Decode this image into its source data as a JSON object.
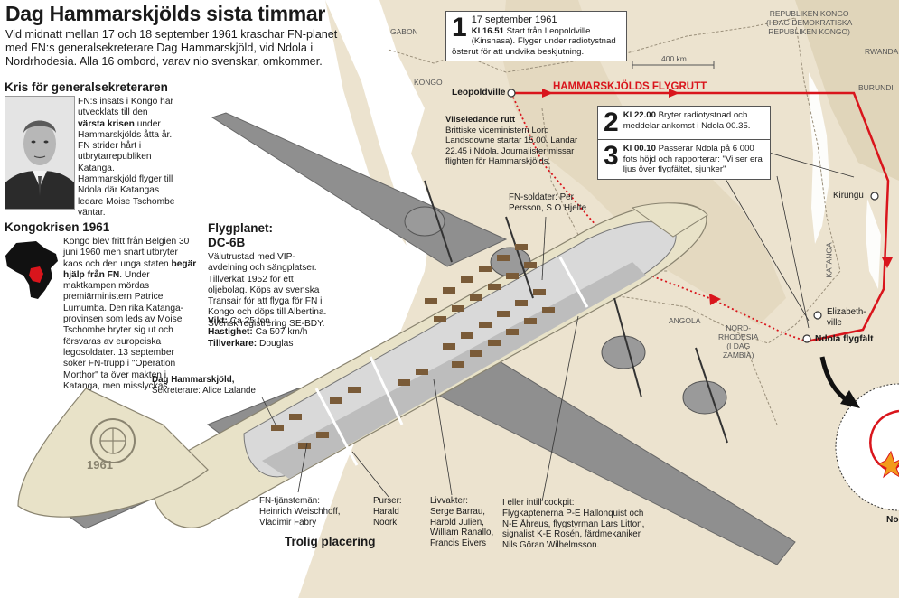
{
  "title": "Dag Hammarskjölds sista timmar",
  "lede": "Vid midnatt mellan 17 och 18 september 1961 kraschar FN-planet med FN:s generalsekreterare Dag Hammarskjöld, vid Ndola i Nordrhodesia. Alla 16 ombord, varav nio svenskar, omkommer.",
  "kris": {
    "heading": "Kris för generalsekreteraren",
    "text_before": "FN:s insats i Kongo har utvecklats till den ",
    "text_bold": "värsta krisen",
    "text_after": " under Hammarskjölds åtta år. FN strider hårt i utbrytarrepubliken Katanga. Hammarskjöld flyger till Ndola där Katangas ledare Moise Tschombe väntar."
  },
  "kongo": {
    "heading": "Kongokrisen 1961",
    "text_before": "Kongo blev fritt från Belgien 30 juni 1960 men snart utbryter kaos och den unga staten ",
    "text_bold": "begär hjälp från FN",
    "text_after": ". Under maktkampen mördas premiärministern Patrice Lumumba. Den rika Katanga-provinsen som leds av Moise Tschombe bryter sig ut och försvaras av europeiska legosoldater. 13 september söker FN-trupp i \"Operation Morthor\" ta över makten i Katanga, men misslyckas."
  },
  "plane": {
    "heading1": "Flygplanet:",
    "heading2": "DC-6B",
    "text": "Välutrustad med VIP-avdelning och sängplatser. Tillverkat 1952 för ett oljebolag. Köps av svenska Transair för att flyga för FN i Kongo och döps till Albertina. Svensk registrering SE-BDY.",
    "specs": [
      {
        "label": "Vikt:",
        "value": "Ca 25 ton"
      },
      {
        "label": "Hastighet:",
        "value": "Ca 507 km/h"
      },
      {
        "label": "Tillverkare:",
        "value": "Douglas"
      }
    ],
    "un_label": "1961"
  },
  "events": [
    {
      "num": "1",
      "date": "17 september 1961",
      "time": "Kl 16.51",
      "text": "Start från Leopoldville (Kinshasa). Flyger under radiotystnad österut för att undvika beskjutning."
    },
    {
      "num": "2",
      "time": "Kl 22.00",
      "text": "Bryter radiotystnad och meddelar ankomst i Ndola 00.35."
    },
    {
      "num": "3",
      "time": "Kl 00.10",
      "text": "Passerar Ndola på 6 000 fots höjd och rapporterar: \"Vi ser era ljus över flygfältet, sjunker\""
    }
  ],
  "route_label": "HAMMARSKJÖLDS FLYGRUTT",
  "misleading": {
    "heading": "Vilseledande rutt",
    "text": "Brittiske viceministern Lord Landsdowne startar 15.00. Landar 22.45 i Ndola. Journalister missar flighten för Hammarskjölds."
  },
  "map": {
    "countries": [
      "GABON",
      "KONGO",
      "ANGOLA",
      "KATANGA",
      "RWANDA",
      "BURUNDI"
    ],
    "drc": "REPUBLIKEN KONGO\n(I DAG DEMOKRATISKA\nREPUBLIKEN KONGO)",
    "rhodesia": "NORD-\nRHODESIA\n(I DAG\nZAMBIA)",
    "scale": "400 km",
    "cities": {
      "leopoldville": "Leopoldville",
      "kirungu": "Kirungu",
      "elisabethville": "Elizabeth-\nville",
      "ndola": "Ndola flygfält",
      "cut": "No"
    }
  },
  "people": {
    "soldiers": "FN-soldater: Per\nPersson, S O Hjelte",
    "dag": "Dag Hammarskjöld,",
    "dag_sub": "Sekreterare: Alice Lalande",
    "officials": "FN-tjänstemän:\nHeinrich Weischhoff,\nVladimir Fabry",
    "purser": "Purser:\nHarald\nNoork",
    "guards": "Livvakter:\nSerge Barrau,\nHarold Julien,\nWilliam Ranallo,\nFrancis Eivers",
    "cockpit": "I eller intill cockpit:\nFlygkaptenerna P-E Hallonquist och\nN-E Åhreus, flygstyrman Lars Litton,\nsignalist K-E Rosén, färdmekaniker\nNils Göran Wilhelmsson."
  },
  "placement_label": "Trolig placering",
  "colors": {
    "route": "#d9151c",
    "map_land": "#ece3cf",
    "plane_body": "#e8e2c8",
    "wing": "#8f8f8f"
  }
}
